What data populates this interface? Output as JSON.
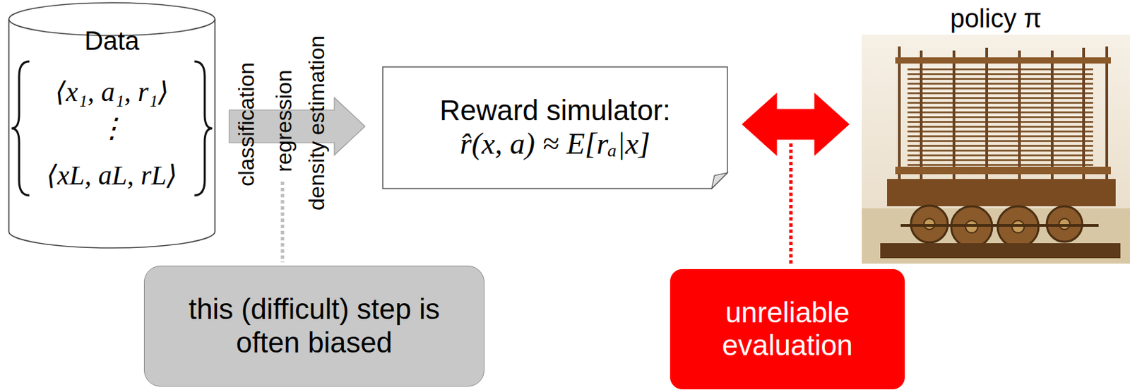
{
  "diagram": {
    "nodes": [
      {
        "text": [
          "Data",
          "⟨x₁, a₁, r₁⟩",
          "⋮",
          "⟨xL, aL, rL⟩"
        ]
      },
      {
        "text": [
          "Reward simulator:",
          "r̂(x, a) ≈ E[rₐ|x]"
        ]
      },
      {
        "text": [
          "policy π"
        ]
      },
      {
        "text": [
          "this (difficult) step is often biased"
        ]
      },
      {
        "text": [
          "unreliable evaluation"
        ]
      }
    ],
    "edges": [
      {
        "from": 0,
        "to": 1,
        "arrow": "to"
      },
      {
        "from": 1,
        "to": 2,
        "arrow": "both"
      }
    ],
    "labels": [
      "classification",
      "regression",
      "density estimation"
    ]
  }
}
